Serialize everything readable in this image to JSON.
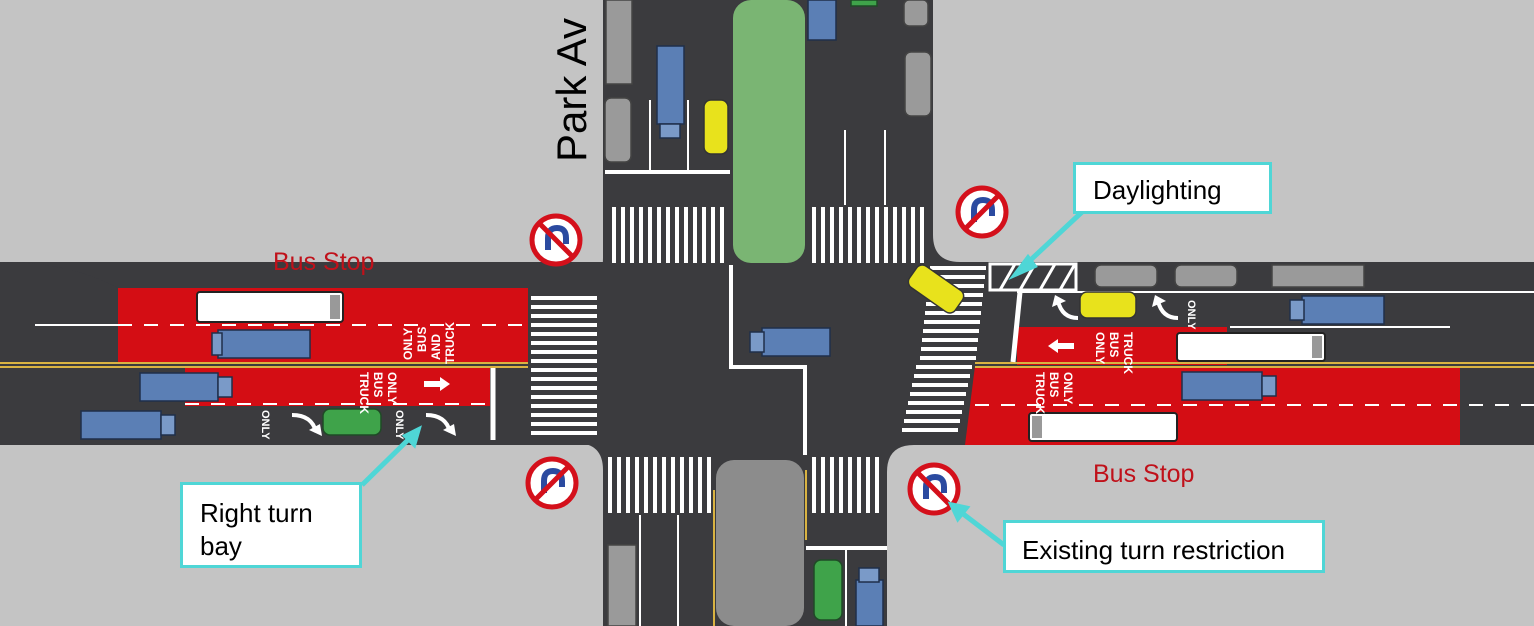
{
  "street_label": "Park Av",
  "bus_stop_west": "Bus Stop",
  "bus_stop_east": "Bus Stop",
  "callouts": {
    "daylighting": "Daylighting",
    "right_turn_bay": "Right turn bay",
    "existing_turn_restriction": "Existing turn restriction"
  },
  "pavement_markings": {
    "only": "ONLY",
    "bus": "BUS",
    "and": "AND",
    "truck": "TRUCK"
  },
  "colors": {
    "background": "#c4c4c4",
    "road": "#3b3b3e",
    "bus_lane": "#d40d14",
    "median_green": "#7ab573",
    "median_gray": "#8c8c8c",
    "callout_border": "#4fd6d6",
    "bus_stop_text": "#c0111a",
    "no_turn_sign": "#d4101b",
    "no_turn_arrow": "#2b4aa0"
  },
  "icons": [
    "no-u-turn-sign-icon",
    "turn-arrow-icon",
    "straight-arrow-icon",
    "truck-icon",
    "bus-icon",
    "taxi-icon",
    "car-icon"
  ]
}
